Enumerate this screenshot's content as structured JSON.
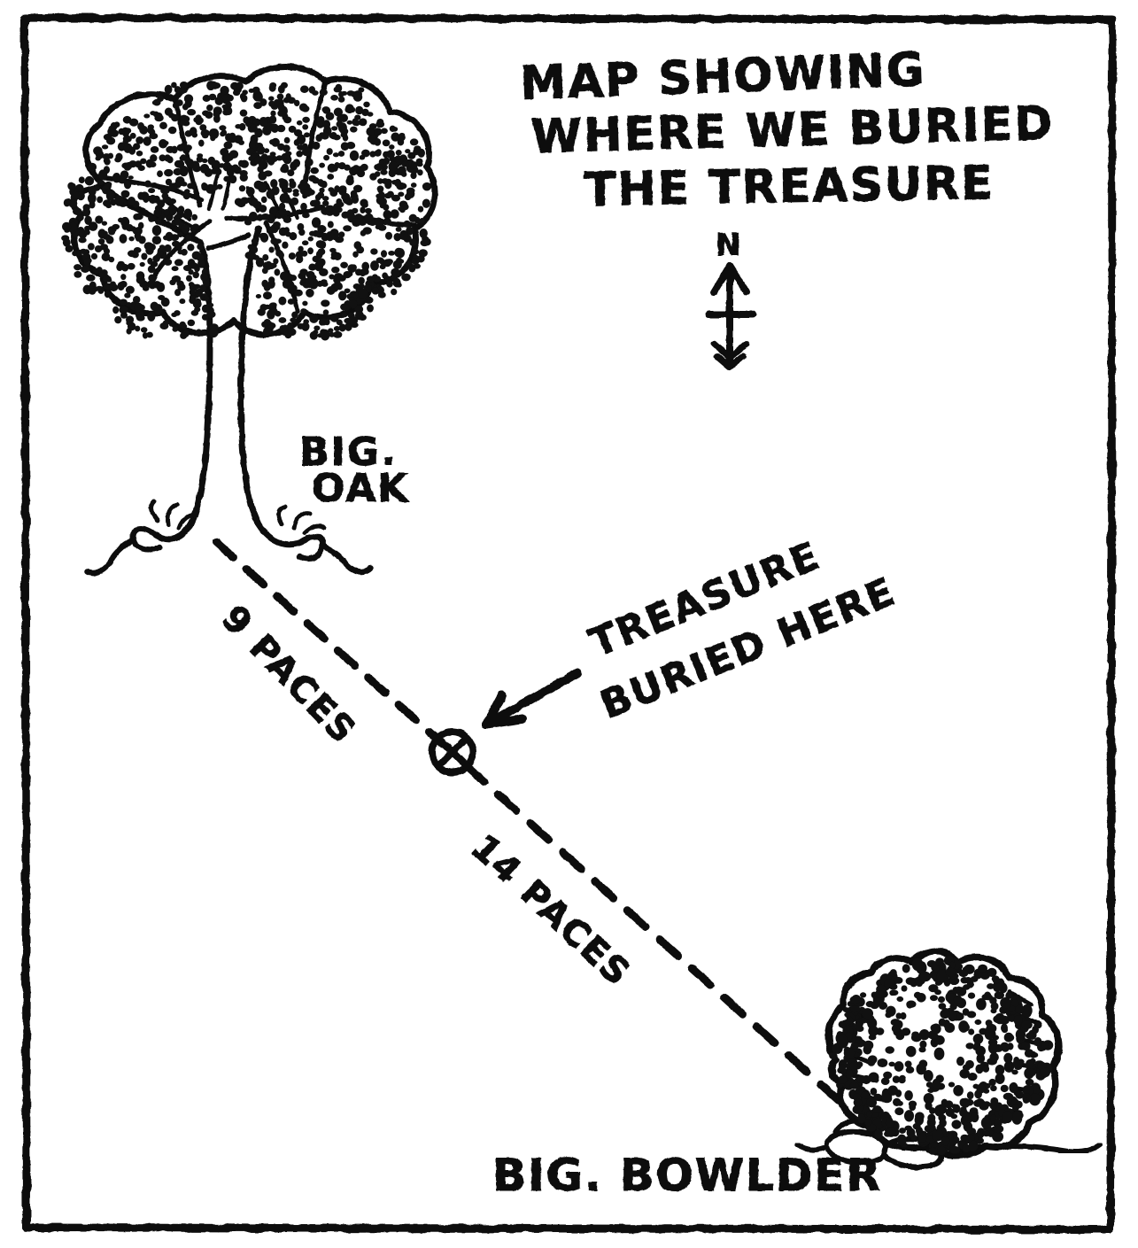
{
  "map": {
    "title_lines": [
      "MAP SHOWING",
      "WHERE WE BURIED",
      "THE TREASURE"
    ],
    "title_full": "MAP SHOWING WHERE WE BURIED THE TREASURE",
    "compass": {
      "label": "N",
      "icon": "north-arrow-icon",
      "direction": "up"
    },
    "landmarks": [
      {
        "id": "big-oak",
        "label_lines": [
          "BIG.",
          "OAK"
        ],
        "label_full": "BIG. OAK",
        "icon": "oak-tree-icon"
      },
      {
        "id": "big-bowlder",
        "label_lines": [
          "BIG. BOWLDER"
        ],
        "label_full": "BIG. BOWLDER",
        "icon": "boulder-icon"
      }
    ],
    "measurements": [
      {
        "id": "oak-to-treasure",
        "label": "9 PACES",
        "value": 9,
        "unit": "PACES",
        "from": "BIG. OAK",
        "to": "TREASURE"
      },
      {
        "id": "treasure-to-bowlder",
        "label": "14 PACES",
        "value": 14,
        "unit": "PACES",
        "from": "TREASURE",
        "to": "BIG. BOWLDER"
      }
    ],
    "treasure": {
      "marker_icon": "circled-x-marker-icon",
      "callout_lines": [
        "TREASURE",
        "BURIED HERE"
      ],
      "callout_full": "TREASURE BURIED HERE",
      "pointer_icon": "arrow-icon"
    },
    "style": {
      "ink_color": "#111111",
      "paper_color": "#ffffff",
      "border_icon": "hand-drawn-frame"
    }
  }
}
